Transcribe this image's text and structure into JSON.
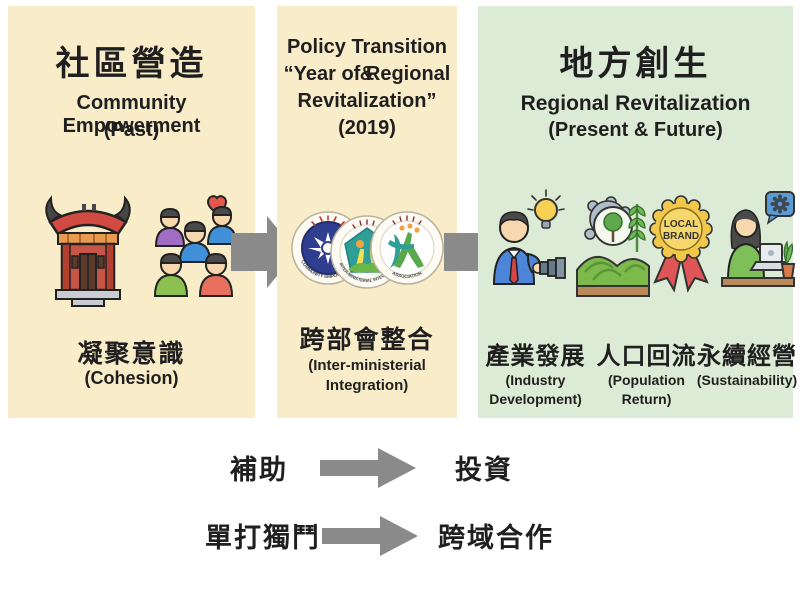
{
  "colors": {
    "panel_cream": "#f9ecc9",
    "panel_green": "#dcebd5",
    "arrow_gray": "#8a8a8a",
    "text": "#1f1f1f",
    "heart_red": "#e4574d",
    "badge_yellow": "#f2c84b",
    "ribbon_red": "#e05656"
  },
  "left_panel": {
    "title_zh": "社區營造",
    "title_en": "Community Empowerment",
    "period": "(Past)",
    "caption_zh": "凝聚意識",
    "caption_en": "(Cohesion)"
  },
  "middle_panel": {
    "title_lines": [
      "Policy Transition &",
      "“Year of Regional",
      "Revitalization”",
      "(2019)"
    ],
    "caption_zh": "跨部會整合",
    "caption_en_lines": [
      "(Inter-ministerial",
      "Integration)"
    ],
    "seals": [
      {
        "name": "national-emblem-seal",
        "arc_text": "COMMUNITY EMPOWERMENT"
      },
      {
        "name": "inter-ministerial-seal",
        "arc_text": "INTER-MINISTERIAL INTEGRATION"
      },
      {
        "name": "association-seal",
        "arc_text": "ASSOCIATION"
      }
    ]
  },
  "right_panel": {
    "title_zh": "地方創生",
    "title_en": "Regional Revitalization",
    "period": "(Present & Future)",
    "badge": {
      "line1": "LOCAL",
      "line2": "BRAND"
    },
    "items": [
      {
        "zh": "產業發展",
        "en": "(Industry Development)"
      },
      {
        "zh": "人口回流",
        "en": "(Population Return)"
      },
      {
        "zh": "永續經營",
        "en": "(Sustainability)"
      }
    ]
  },
  "bottom_rows": [
    {
      "from": "補助",
      "to": "投資"
    },
    {
      "from": "單打獨鬥",
      "to": "跨域合作"
    }
  ]
}
